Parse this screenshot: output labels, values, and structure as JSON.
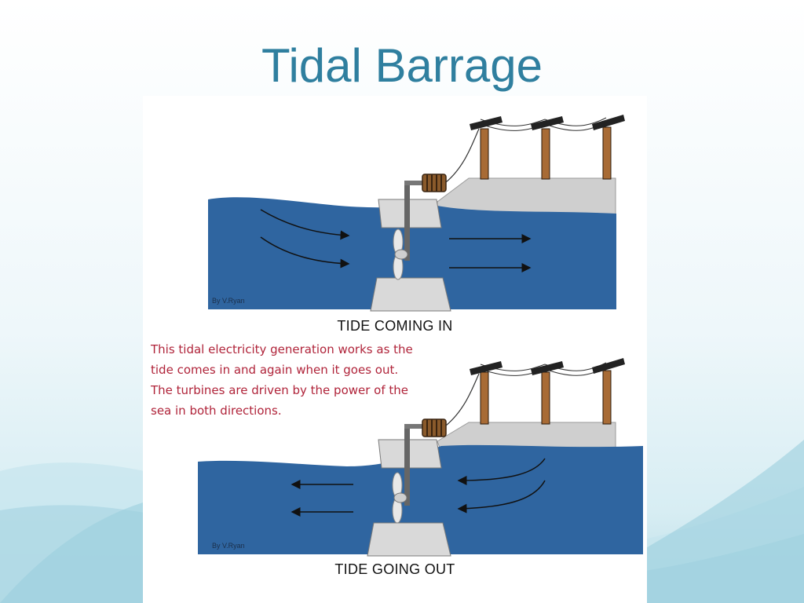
{
  "slide": {
    "title": "Tidal Barrage"
  },
  "diagram": {
    "top_panel": {
      "caption": "TIDE COMING IN",
      "credit": "By V.Ryan",
      "flow_direction": "left-to-right"
    },
    "bottom_panel": {
      "caption": "TIDE GOING OUT",
      "credit": "By V.Ryan",
      "flow_direction": "right-to-left"
    },
    "note": "This tidal electricity generation works as the tide comes in and again when it goes out. The turbines are driven by the power of the sea in both directions."
  },
  "colors": {
    "title": "#2f7f9f",
    "water": "#2f65a0",
    "land": "#cfcfcf",
    "pole": "#a86b35",
    "note_text": "#b0243a"
  }
}
